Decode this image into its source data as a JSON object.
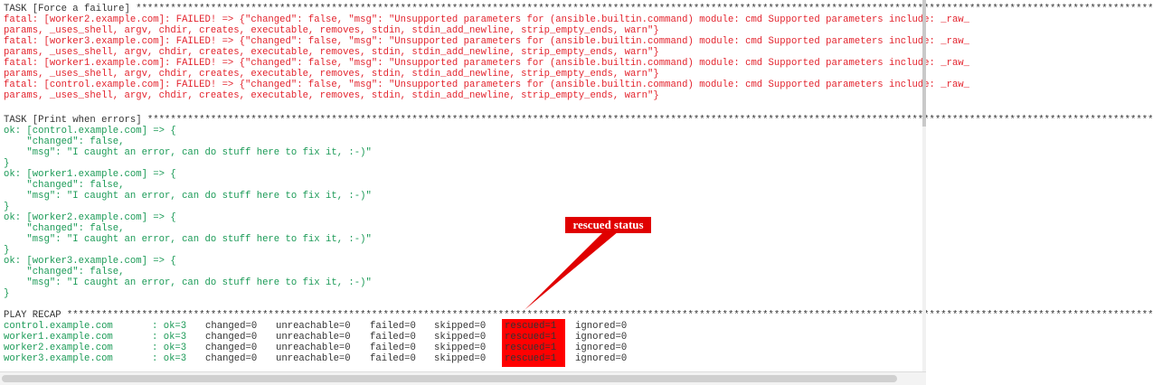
{
  "task_force": {
    "header": "TASK [Force a failure] *********************************************************************************************************************************************************************************",
    "lines": [
      "fatal: [worker2.example.com]: FAILED! => {\"changed\": false, \"msg\": \"Unsupported parameters for (ansible.builtin.command) module: cmd Supported parameters include: _raw_",
      "params, _uses_shell, argv, chdir, creates, executable, removes, stdin, stdin_add_newline, strip_empty_ends, warn\"}",
      "fatal: [worker3.example.com]: FAILED! => {\"changed\": false, \"msg\": \"Unsupported parameters for (ansible.builtin.command) module: cmd Supported parameters include: _raw_",
      "params, _uses_shell, argv, chdir, creates, executable, removes, stdin, stdin_add_newline, strip_empty_ends, warn\"}",
      "fatal: [worker1.example.com]: FAILED! => {\"changed\": false, \"msg\": \"Unsupported parameters for (ansible.builtin.command) module: cmd Supported parameters include: _raw_",
      "params, _uses_shell, argv, chdir, creates, executable, removes, stdin, stdin_add_newline, strip_empty_ends, warn\"}",
      "fatal: [control.example.com]: FAILED! => {\"changed\": false, \"msg\": \"Unsupported parameters for (ansible.builtin.command) module: cmd Supported parameters include: _raw_",
      "params, _uses_shell, argv, chdir, creates, executable, removes, stdin, stdin_add_newline, strip_empty_ends, warn\"}"
    ]
  },
  "task_print": {
    "header": "TASK [Print when errors] *******************************************************************************************************************************************************************************",
    "hosts": [
      {
        "ok": "ok: [control.example.com] => {",
        "changed": "    \"changed\": false,",
        "msg": "    \"msg\": \"I caught an error, can do stuff here to fix it, :-)\"",
        "close": "}"
      },
      {
        "ok": "ok: [worker1.example.com] => {",
        "changed": "    \"changed\": false,",
        "msg": "    \"msg\": \"I caught an error, can do stuff here to fix it, :-)\"",
        "close": "}"
      },
      {
        "ok": "ok: [worker2.example.com] => {",
        "changed": "    \"changed\": false,",
        "msg": "    \"msg\": \"I caught an error, can do stuff here to fix it, :-)\"",
        "close": "}"
      },
      {
        "ok": "ok: [worker3.example.com] => {",
        "changed": "    \"changed\": false,",
        "msg": "    \"msg\": \"I caught an error, can do stuff here to fix it, :-)\"",
        "close": "}"
      }
    ]
  },
  "recap": {
    "header": "PLAY RECAP *********************************************************************************************************************************************************************************************",
    "rows": [
      {
        "host": "control.example.com",
        "ok": ": ok=3",
        "changed": "changed=0",
        "unreachable": "unreachable=0",
        "failed": "failed=0",
        "skipped": "skipped=0",
        "rescued": "rescued=1",
        "ignored": "ignored=0"
      },
      {
        "host": "worker1.example.com",
        "ok": ": ok=3",
        "changed": "changed=0",
        "unreachable": "unreachable=0",
        "failed": "failed=0",
        "skipped": "skipped=0",
        "rescued": "rescued=1",
        "ignored": "ignored=0"
      },
      {
        "host": "worker2.example.com",
        "ok": ": ok=3",
        "changed": "changed=0",
        "unreachable": "unreachable=0",
        "failed": "failed=0",
        "skipped": "skipped=0",
        "rescued": "rescued=1",
        "ignored": "ignored=0"
      },
      {
        "host": "worker3.example.com",
        "ok": ": ok=3",
        "changed": "changed=0",
        "unreachable": "unreachable=0",
        "failed": "failed=0",
        "skipped": "skipped=0",
        "rescued": "rescued=1",
        "ignored": "ignored=0"
      }
    ]
  },
  "annotation": {
    "label": "rescued status",
    "color": "#e00000"
  },
  "colors": {
    "error": "#e3232d",
    "ok": "#1a9a56",
    "text": "#333333"
  }
}
